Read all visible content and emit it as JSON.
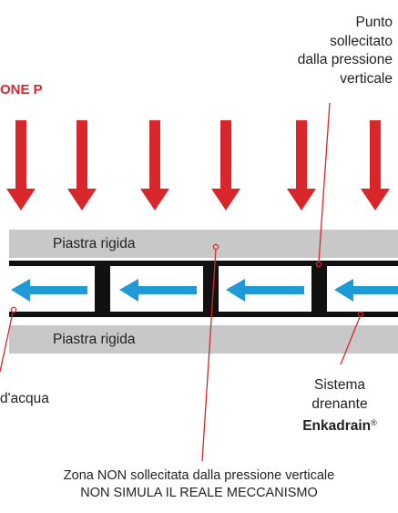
{
  "pressure_label": "ONE P",
  "callout_point": {
    "line1": "Punto",
    "line2": "sollecitato",
    "line3": "dalla pressione",
    "line4": "verticale"
  },
  "top_plate_label": "Piastra rigida",
  "bottom_plate_label": "Piastra rigida",
  "water_label": "d'acqua",
  "system_label": {
    "line1": "Sistema",
    "line2": "drenante",
    "brand": "Enkadrain",
    "brand_mark": "®"
  },
  "zone_note": {
    "line1": "Zona NON sollecitata dalla pressione verticale",
    "line2": "NON SIMULA IL REALE MECCANISMO"
  },
  "colors": {
    "pressure_arrow": "#d8262a",
    "flow_arrow": "#1e9ad6",
    "plate": "#c8c8c8",
    "core": "#111111",
    "leader_line": "#d8262a"
  },
  "icons": {
    "pressure_arrows": "arrow-down-icon",
    "flow_arrows": "arrow-left-icon"
  },
  "counts": {
    "pressure_arrows": 6,
    "flow_arrows": 4
  }
}
